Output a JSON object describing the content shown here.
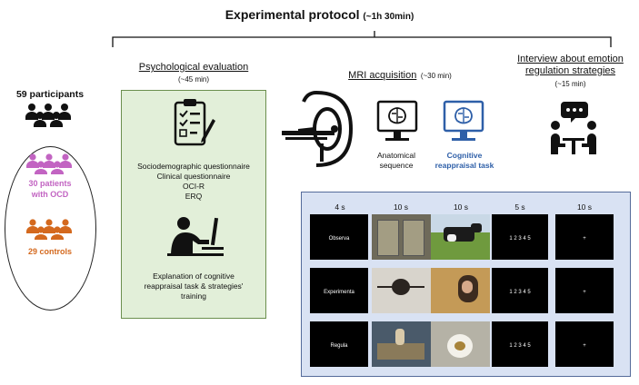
{
  "title": {
    "main": "Experimental protocol",
    "duration": "(~1h 30min)"
  },
  "participants": {
    "total": "59 participants",
    "patients": [
      "30 patients",
      "with OCD"
    ],
    "controls": "29 controls",
    "colors": {
      "total": "#111111",
      "patients": "#c264c2",
      "controls": "#d4691e"
    }
  },
  "psych": {
    "heading": "Psychological evaluation",
    "duration": "(~45 min)",
    "items": [
      "Sociodemographic questionnaire",
      "Clinical questionnaire",
      "OCI-R",
      "ERQ"
    ],
    "training": [
      "Explanation of cognitive",
      "reappraisal task & strategies'",
      "training"
    ]
  },
  "mri": {
    "heading": "MRI acquisition",
    "duration": "(~30 min)",
    "anatomical": [
      "Anatomical",
      "sequence"
    ],
    "task": [
      "Cognitive",
      "reappraisal task"
    ],
    "task_color": "#2e5fa8"
  },
  "interview": {
    "heading": [
      "Interview about emotion",
      "regulation strategies"
    ],
    "duration": "(~15 min)"
  },
  "task_panel": {
    "durations": [
      "4 s",
      "10 s",
      "10 s",
      "5 s",
      "10 s"
    ],
    "conditions": [
      "Observa",
      "Experimenta",
      "Regula"
    ],
    "rating": "1   2   3   4   5",
    "fixation": "+"
  }
}
